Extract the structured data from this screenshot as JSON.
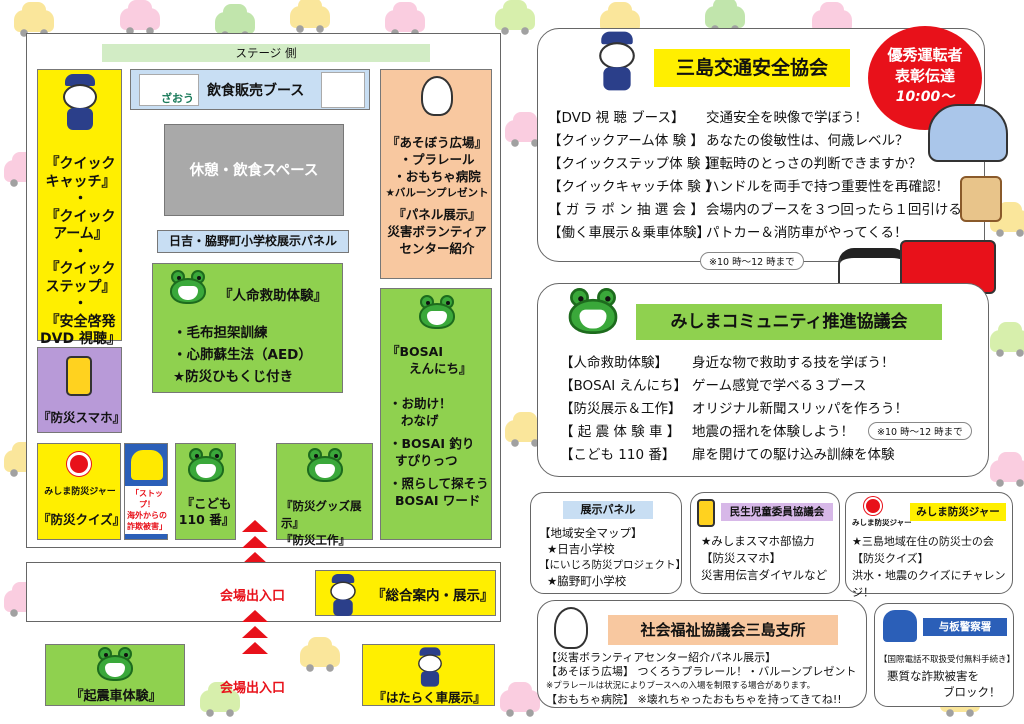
{
  "stage": "ステージ 側",
  "food_booth": "飲食販売ブース",
  "food_logo": "ざおう",
  "rest_area": "休憩・飲食スペース",
  "school_panel": "日吉・脇野町小学校展示パネル",
  "left_column": {
    "l1": "『クイック",
    "l2": "キャッチ』",
    "d1": "・",
    "l3": "『クイック",
    "l4": "アーム』",
    "d2": "・",
    "l5": "『クイック",
    "l6": "ステップ』",
    "d3": "・",
    "l7": "『安全啓発",
    "l8": "DVD 視聴』"
  },
  "smartphone": "『防災スマホ』",
  "quiz": {
    "brand": "みしま防災ジャー",
    "label": "『防災クイズ』"
  },
  "fraud_poster": {
    "l1": "「ストップ！",
    "l2": "海外からの",
    "l3": "詐欺被害」"
  },
  "kodomo": {
    "l1": "『こども",
    "l2": "110 番』"
  },
  "goods": {
    "l1": "『防災グッズ展示』",
    "l2": "『防災工作』"
  },
  "lifesaving": {
    "title": "『人命救助体験』",
    "i1": "・毛布担架訓練",
    "i2": "・心肺蘇生法（AED）",
    "i3": "★防災ひもくじ付き"
  },
  "play": {
    "t1": "『あそぼう広場』",
    "i1": "・プラレール",
    "i2": "・おもちゃ病院",
    "i3": "★バルーンプレゼント",
    "t2": "『パネル展示』",
    "i4": "災害ボランティア",
    "i5": "センター紹介"
  },
  "bosai": {
    "l1": "『BOSAI",
    "l2": "えんにち』",
    "i1": "・お助け！",
    "i2": "わなげ",
    "i3": "・BOSAI 釣り",
    "i4": "すぴりっつ",
    "i5": "・照らして探そう",
    "i6": "BOSAI ワード"
  },
  "entrance1": "会場出入口",
  "entrance2": "会場出入口",
  "info": "『総合案内・展示』",
  "quake": "『起震車体験』",
  "vehicles": "『はたらく車展示』",
  "kotsu": {
    "title": "三島交通安全協会",
    "badge": {
      "l1": "優秀運転者",
      "l2": "表彰伝達",
      "l3": "10:00～"
    },
    "rows": [
      {
        "k": "【DVD 視 聴 ブース】",
        "v": "交通安全を映像で学ぼう！"
      },
      {
        "k": "【クイックアーム体 験 】",
        "v": "あなたの俊敏性は、何歳レベル？"
      },
      {
        "k": "【クイックステップ体 験 】",
        "v": "運転時のとっさの判断できますか？"
      },
      {
        "k": "【クイックキャッチ体 験 】",
        "v": "ハンドルを両手で持つ重要性を再確認！"
      },
      {
        "k": "【 ガ ラ ポ ン 抽 選 会 】",
        "v": "会場内のブースを３つ回ったら１回引けるよ！"
      },
      {
        "k": "【働く車展示＆乗車体験】",
        "v": "パトカー＆消防車がやってくる！"
      }
    ],
    "note": "※10 時～12 時まで"
  },
  "community": {
    "title": "みしまコミュニティ推進協議会",
    "rows": [
      {
        "k": "【人命救助体験】",
        "v": "身近な物で救助する技を学ぼう！"
      },
      {
        "k": "【BOSAI えんにち】",
        "v": "ゲーム感覚で学べる３ブース"
      },
      {
        "k": "【防災展示＆工作】",
        "v": "オリジナル新聞スリッパを作ろう！"
      },
      {
        "k": "【 起 震 体 験 車 】",
        "v": "地震の揺れを体験しよう！"
      },
      {
        "k": "【こども 110 番】",
        "v": "扉を開けての駆け込み訓練を体験"
      }
    ],
    "note": "※10 時～12 時まで"
  },
  "panel_exhibit": {
    "title": "展示パネル",
    "l1": "【地域安全マップ】",
    "l2": "★日吉小学校",
    "l3": "【にいじろ防災プロジェクト】",
    "l4": "★脇野町小学校"
  },
  "minsei": {
    "title": "民生児童委員協議会",
    "l1": "★みしまスマホ部協力",
    "l2": "【防災スマホ】",
    "l3": "災害用伝言ダイヤルなど"
  },
  "bosaijar": {
    "brand": "みしま防災ジャー",
    "title": "みしま防災ジャー",
    "l1": "★三島地域在住の防災士の会",
    "l2": "【防災クイズ】",
    "l3": "洪水・地震のクイズにチャレンジ！"
  },
  "shakyo": {
    "title": "社会福祉協議会三島支所",
    "l1": "【災害ボランティアセンター紹介パネル展示】",
    "l2": "【あそぼう広場】 つくろうプラレール！・バルーンプレゼント",
    "l3": "※プラレールは状況によりブースへの入場を制限する場合があります。",
    "l4": "【おもちゃ病院】 ※壊れちゃったおもちゃを持ってきてね!!"
  },
  "police": {
    "title": "与板警察署",
    "l1": "【国際電話不取扱受付無料手続き】",
    "l2": "悪質な詐欺被害を",
    "l3": "ブロック！"
  },
  "colors": {
    "yellow": "#ffef00",
    "green": "#8fd14f",
    "orange": "#f8c8a0",
    "purple": "#b89ad8",
    "gray": "#a9a9a9",
    "blue": "#c8def3",
    "red": "#e8111a",
    "lightgreen": "#d2ecc5"
  }
}
